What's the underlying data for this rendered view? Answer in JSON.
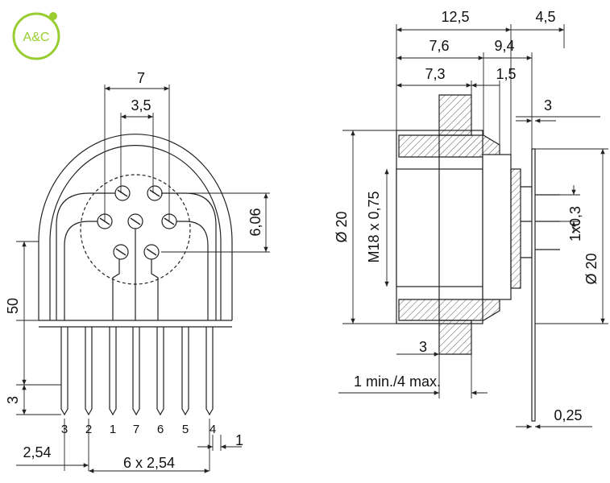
{
  "logo": {
    "text": "A&C",
    "color": "#9acd32"
  },
  "colors": {
    "line": "#222222",
    "hatch": "#555555",
    "body_fill": "#ffffff"
  },
  "front_view": {
    "dims": {
      "width_7": "7",
      "width_3_5": "3,5",
      "height_6_06": "6,06",
      "height_50": "50",
      "height_3": "3",
      "pitch_2_54": "2,54",
      "span_6x2_54": "6 x 2,54",
      "gap_1": "1"
    },
    "pin_labels": [
      "3",
      "2",
      "1",
      "7",
      "6",
      "5",
      "4"
    ]
  },
  "side_view": {
    "dims": {
      "top_12_5": "12,5",
      "top_4_5": "4,5",
      "top_7_6": "7,6",
      "top_9_4": "9,4",
      "top_7_3": "7,3",
      "top_1_5": "1,5",
      "right_3": "3",
      "dia_left": "Ø 20",
      "thread": "M18 x 0,75",
      "dia_right": "Ø 20",
      "pitch_1x0_3": "1x0,3",
      "bottom_3": "3",
      "panel": "1 min./4 max.",
      "thickness": "0,25"
    }
  }
}
